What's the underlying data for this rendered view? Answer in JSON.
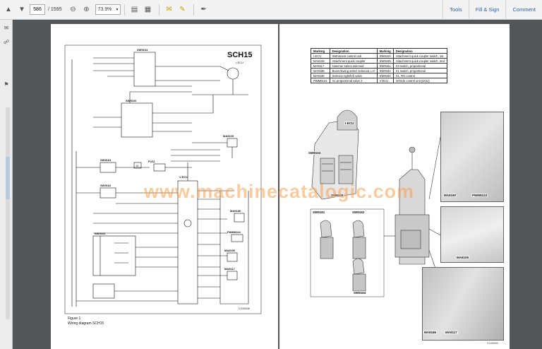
{
  "toolbar": {
    "current_page": "586",
    "total_pages": "/ 1595",
    "zoom": "73.9%",
    "links": [
      "Tools",
      "Fill & Sign",
      "Comment"
    ]
  },
  "left_page": {
    "title": "SCH15",
    "subtitle": "I-ECU",
    "figure_caption": "Figure 1",
    "figure_title": "Wiring diagram SCH15",
    "image_code": "V1199348",
    "components": [
      "SW9104",
      "SW9100",
      "SW9164",
      "SW9162",
      "SW9161",
      "MA9109",
      "MA9186",
      "PWM9124",
      "MA9190",
      "MA9117",
      "FU11",
      "V-ECU",
      "I-ECU"
    ],
    "fuse_number": "15"
  },
  "right_page": {
    "table_headers": [
      "Marking",
      "Designation",
      "Marking",
      "Designation"
    ],
    "table_rows": [
      [
        "I-ECU",
        "Instrument control unit",
        "SW9104",
        "Attachment quick coupler switch, 1st"
      ],
      [
        "MA9109",
        "Attachment quick coupler",
        "SW9105",
        "Attachment quick coupler switch, 2nd"
      ],
      [
        "MA9117",
        "Hammer select solenoid",
        "SW9161",
        "X3 switch, proportional"
      ],
      [
        "MA9186",
        "Boom/Swing select solenoid, LH",
        "SW9162",
        "X1 switch, proportional"
      ],
      [
        "MA9190",
        "Selector right/left valve",
        "SW9164",
        "X1, RH control"
      ],
      [
        "PWM9124",
        "X1 proportional valve 2",
        "V-ECU",
        "Vehicle control unit (ECU)"
      ]
    ],
    "photo_labels": [
      "I-ECU",
      "SW9104",
      "SW9100",
      "MA9190",
      "PWM9124",
      "SW9161",
      "SW9162",
      "SW9164",
      "MA9109",
      "MA9186",
      "MA9117"
    ],
    "image_code": "V1199340"
  },
  "watermark": "www.machinecatalogic.com"
}
